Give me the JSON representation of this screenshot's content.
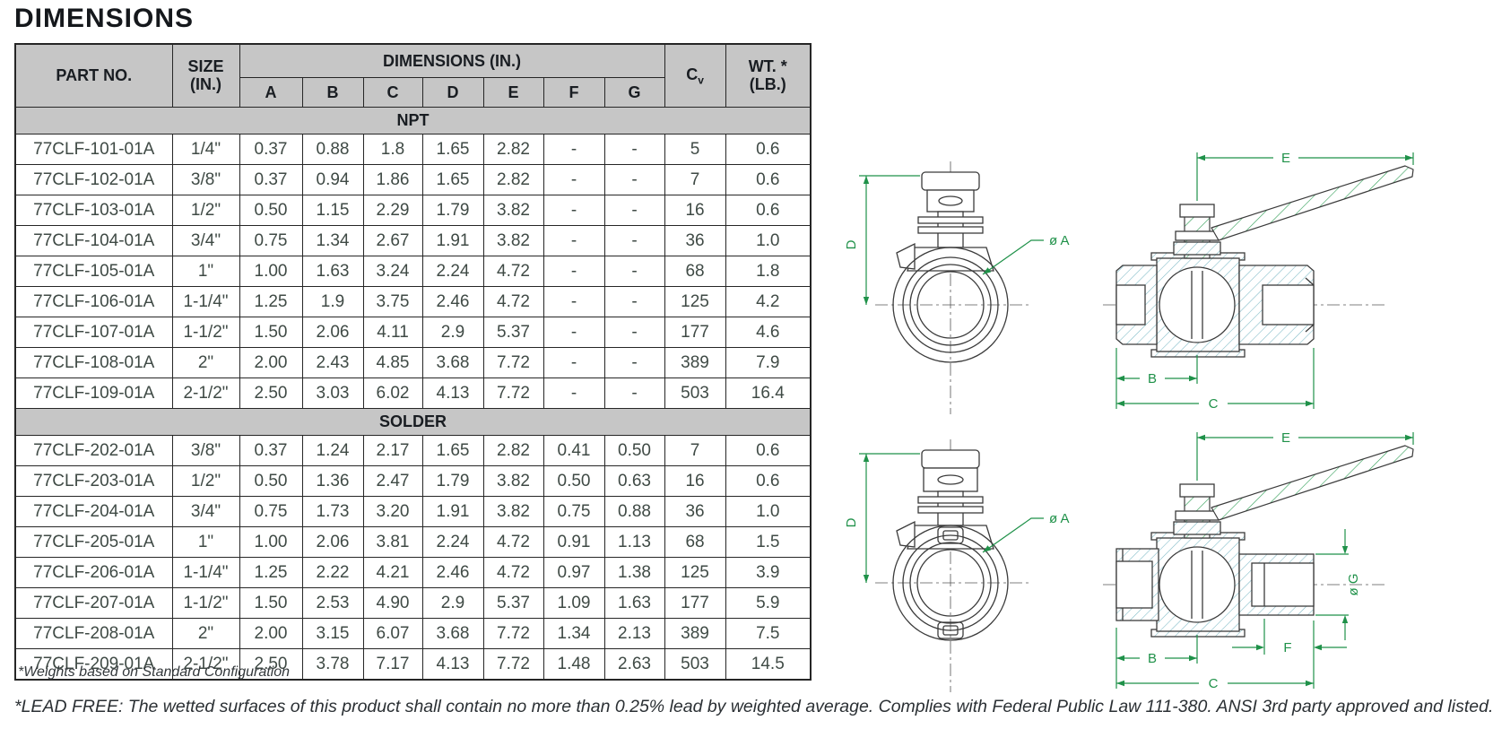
{
  "page": {
    "title": "DIMENSIONS",
    "note_weights": "*Weights based on Standard Configuration",
    "note_lead_free": "*LEAD FREE: The wetted surfaces of this product shall contain no more than 0.25% lead by weighted average. Complies with Federal Public Law 111-380. ANSI 3rd party approved and listed."
  },
  "table": {
    "headers": {
      "part_no": "PART NO.",
      "size_line1": "SIZE",
      "size_line2": "(IN.)",
      "dimensions_group": "DIMENSIONS (IN.)",
      "dim_letters": [
        "A",
        "B",
        "C",
        "D",
        "E",
        "F",
        "G"
      ],
      "cv_base": "C",
      "cv_sub": "v",
      "wt_line1": "WT. *",
      "wt_line2": "(LB.)"
    },
    "sections": [
      {
        "label": "NPT",
        "rows": [
          [
            "77CLF-101-01A",
            "1/4\"",
            "0.37",
            "0.88",
            "1.8",
            "1.65",
            "2.82",
            "-",
            "-",
            "5",
            "0.6"
          ],
          [
            "77CLF-102-01A",
            "3/8\"",
            "0.37",
            "0.94",
            "1.86",
            "1.65",
            "2.82",
            "-",
            "-",
            "7",
            "0.6"
          ],
          [
            "77CLF-103-01A",
            "1/2\"",
            "0.50",
            "1.15",
            "2.29",
            "1.79",
            "3.82",
            "-",
            "-",
            "16",
            "0.6"
          ],
          [
            "77CLF-104-01A",
            "3/4\"",
            "0.75",
            "1.34",
            "2.67",
            "1.91",
            "3.82",
            "-",
            "-",
            "36",
            "1.0"
          ],
          [
            "77CLF-105-01A",
            "1\"",
            "1.00",
            "1.63",
            "3.24",
            "2.24",
            "4.72",
            "-",
            "-",
            "68",
            "1.8"
          ],
          [
            "77CLF-106-01A",
            "1-1/4\"",
            "1.25",
            "1.9",
            "3.75",
            "2.46",
            "4.72",
            "-",
            "-",
            "125",
            "4.2"
          ],
          [
            "77CLF-107-01A",
            "1-1/2\"",
            "1.50",
            "2.06",
            "4.11",
            "2.9",
            "5.37",
            "-",
            "-",
            "177",
            "4.6"
          ],
          [
            "77CLF-108-01A",
            "2\"",
            "2.00",
            "2.43",
            "4.85",
            "3.68",
            "7.72",
            "-",
            "-",
            "389",
            "7.9"
          ],
          [
            "77CLF-109-01A",
            "2-1/2\"",
            "2.50",
            "3.03",
            "6.02",
            "4.13",
            "7.72",
            "-",
            "-",
            "503",
            "16.4"
          ]
        ]
      },
      {
        "label": "SOLDER",
        "rows": [
          [
            "77CLF-202-01A",
            "3/8\"",
            "0.37",
            "1.24",
            "2.17",
            "1.65",
            "2.82",
            "0.41",
            "0.50",
            "7",
            "0.6"
          ],
          [
            "77CLF-203-01A",
            "1/2\"",
            "0.50",
            "1.36",
            "2.47",
            "1.79",
            "3.82",
            "0.50",
            "0.63",
            "16",
            "0.6"
          ],
          [
            "77CLF-204-01A",
            "3/4\"",
            "0.75",
            "1.73",
            "3.20",
            "1.91",
            "3.82",
            "0.75",
            "0.88",
            "36",
            "1.0"
          ],
          [
            "77CLF-205-01A",
            "1\"",
            "1.00",
            "2.06",
            "3.81",
            "2.24",
            "4.72",
            "0.91",
            "1.13",
            "68",
            "1.5"
          ],
          [
            "77CLF-206-01A",
            "1-1/4\"",
            "1.25",
            "2.22",
            "4.21",
            "2.46",
            "4.72",
            "0.97",
            "1.38",
            "125",
            "3.9"
          ],
          [
            "77CLF-207-01A",
            "1-1/2\"",
            "1.50",
            "2.53",
            "4.90",
            "2.9",
            "5.37",
            "1.09",
            "1.63",
            "177",
            "5.9"
          ],
          [
            "77CLF-208-01A",
            "2\"",
            "2.00",
            "3.15",
            "6.07",
            "3.68",
            "7.72",
            "1.34",
            "2.13",
            "389",
            "7.5"
          ],
          [
            "77CLF-209-01A",
            "2-1/2\"",
            "2.50",
            "3.78",
            "7.17",
            "4.13",
            "7.72",
            "1.48",
            "2.63",
            "503",
            "14.5"
          ]
        ]
      }
    ]
  },
  "drawings": {
    "labels": {
      "d": "D",
      "a": "ø A",
      "e": "E",
      "b": "B",
      "c": "C",
      "f": "F",
      "g": "ø G"
    },
    "colors": {
      "dimension_green": "#1f9149",
      "hatch_teal": "#7cb9c6",
      "hatch_green": "#2f9e55",
      "outline_gray": "#3b3b3b",
      "header_gray": "#c6c6c6",
      "table_text": "#3f4a45"
    }
  }
}
